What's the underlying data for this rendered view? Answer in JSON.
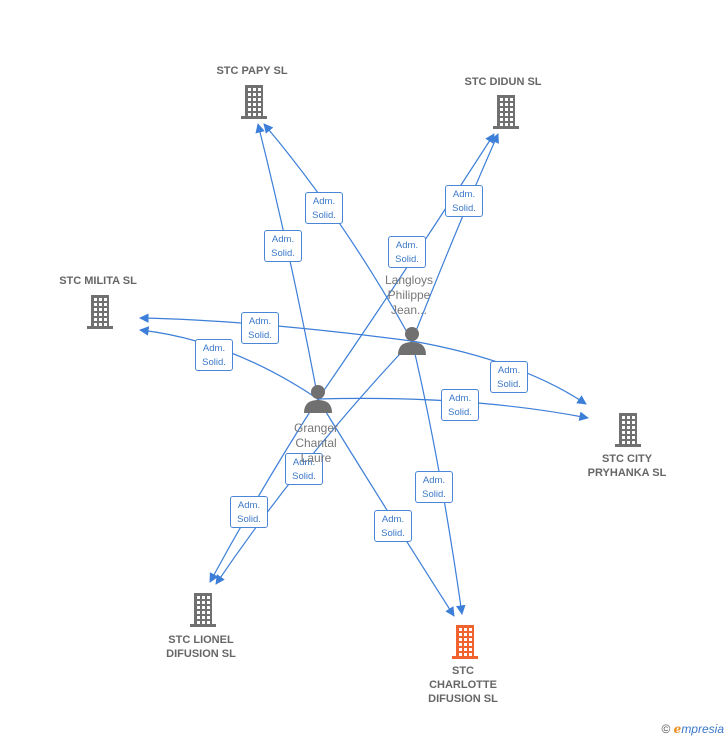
{
  "nodes": [
    {
      "id": "papy",
      "kind": "company",
      "label": "STC PAPY  SL"
    },
    {
      "id": "didun",
      "kind": "company",
      "label": "STC DIDUN  SL"
    },
    {
      "id": "milita",
      "kind": "company",
      "label": "STC MILITA  SL"
    },
    {
      "id": "city",
      "kind": "company",
      "label": "STC CITY\nPRYHANKA  SL"
    },
    {
      "id": "lionel",
      "kind": "company",
      "label": "STC LIONEL\nDIFUSION  SL"
    },
    {
      "id": "charlotte",
      "kind": "company",
      "label": "STC\nCHARLOTTE\nDIFUSION  SL",
      "focus": true
    },
    {
      "id": "langloys",
      "kind": "person",
      "label": "Langloys\nPhilippe\nJean..."
    },
    {
      "id": "granger",
      "kind": "person",
      "label": "Granger\nChantal\nLaure"
    }
  ],
  "edges": [
    {
      "from": "granger",
      "to": "papy",
      "label": "Adm.\nSolid."
    },
    {
      "from": "langloys",
      "to": "papy",
      "label": "Adm.\nSolid."
    },
    {
      "from": "granger",
      "to": "didun",
      "label": "Adm.\nSolid."
    },
    {
      "from": "langloys",
      "to": "didun",
      "label": "Adm.\nSolid."
    },
    {
      "from": "langloys",
      "to": "milita",
      "label": "Adm.\nSolid."
    },
    {
      "from": "granger",
      "to": "milita",
      "label": "Adm.\nSolid."
    },
    {
      "from": "langloys",
      "to": "city",
      "label": "Adm.\nSolid."
    },
    {
      "from": "granger",
      "to": "city",
      "label": "Adm.\nSolid."
    },
    {
      "from": "langloys",
      "to": "lionel",
      "label": "Adm.\nSolid."
    },
    {
      "from": "granger",
      "to": "lionel",
      "label": "Adm.\nSolid."
    },
    {
      "from": "langloys",
      "to": "charlotte",
      "label": "Adm.\nSolid."
    },
    {
      "from": "granger",
      "to": "charlotte",
      "label": "Adm.\nSolid."
    }
  ],
  "colors": {
    "edge": "#3d7fd8",
    "company": "#707070",
    "focus_company": "#f0622e",
    "person": "#707070"
  },
  "brand": {
    "copyright": "©",
    "initial": "e",
    "name": "mpresia"
  }
}
